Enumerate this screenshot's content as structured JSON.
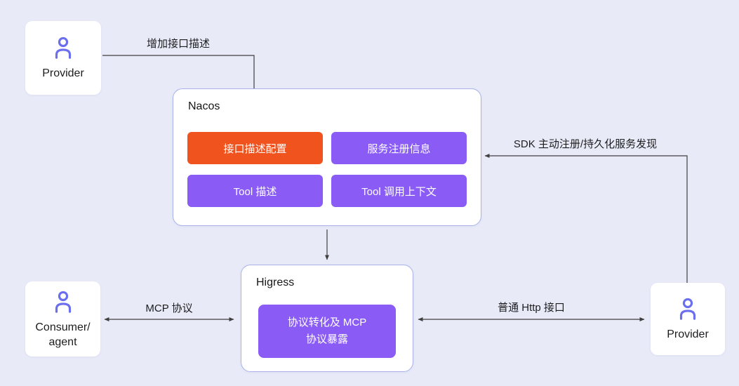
{
  "colors": {
    "background": "#e8eaf8",
    "card_bg": "#ffffff",
    "panel_border": "#a8b3ea",
    "accent_orange": "#f0531d",
    "accent_purple": "#8a5cf5",
    "person_icon": "#6b6fee",
    "arrow": "#3f3f3f",
    "text": "#1d1d1f"
  },
  "nodes": {
    "provider_top": {
      "label": "Provider"
    },
    "consumer": {
      "label_line1": "Consumer/",
      "label_line2": "agent"
    },
    "provider_right": {
      "label": "Provider"
    }
  },
  "nacos": {
    "title": "Nacos",
    "blocks": [
      {
        "label": "接口描述配置",
        "color": "#f0531d"
      },
      {
        "label": "服务注册信息",
        "color": "#8a5cf5"
      },
      {
        "label": "Tool 描述",
        "color": "#8a5cf5"
      },
      {
        "label": "Tool 调用上下文",
        "color": "#8a5cf5"
      }
    ]
  },
  "higress": {
    "title": "Higress",
    "block": {
      "line1": "协议转化及 MCP",
      "line2": "协议暴露",
      "color": "#8a5cf5"
    }
  },
  "edges": {
    "add_interface": {
      "label": "增加接口描述"
    },
    "sdk_register": {
      "label": "SDK 主动注册/持久化服务发现"
    },
    "mcp_protocol": {
      "label": "MCP 协议"
    },
    "http_interface": {
      "label": "普通 Http 接口"
    }
  }
}
